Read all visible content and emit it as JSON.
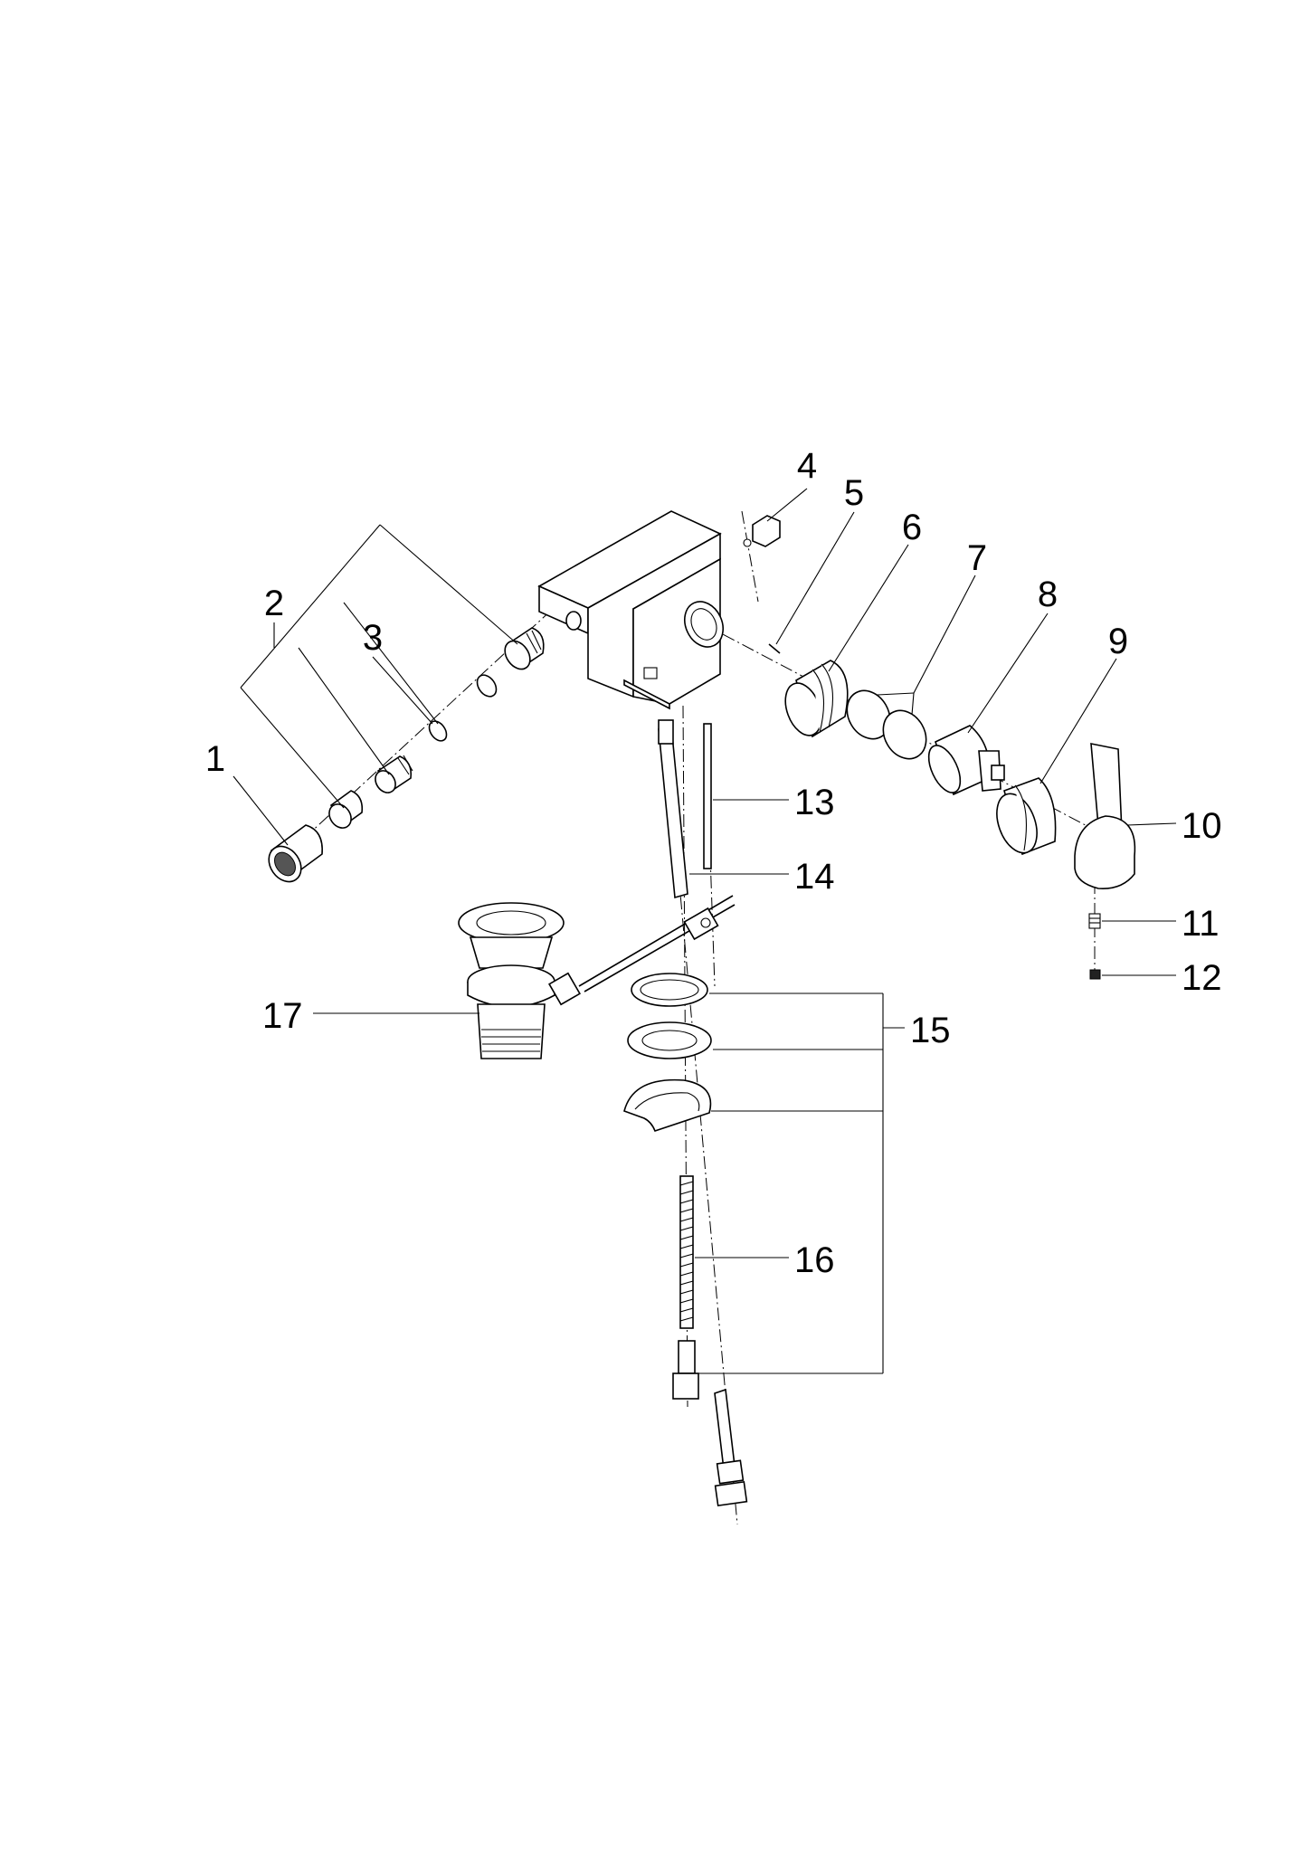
{
  "diagram": {
    "type": "exploded-parts-diagram",
    "callouts": [
      "1",
      "2",
      "3",
      "4",
      "5",
      "6",
      "7",
      "8",
      "9",
      "10",
      "11",
      "12",
      "13",
      "14",
      "15",
      "16",
      "17"
    ]
  }
}
